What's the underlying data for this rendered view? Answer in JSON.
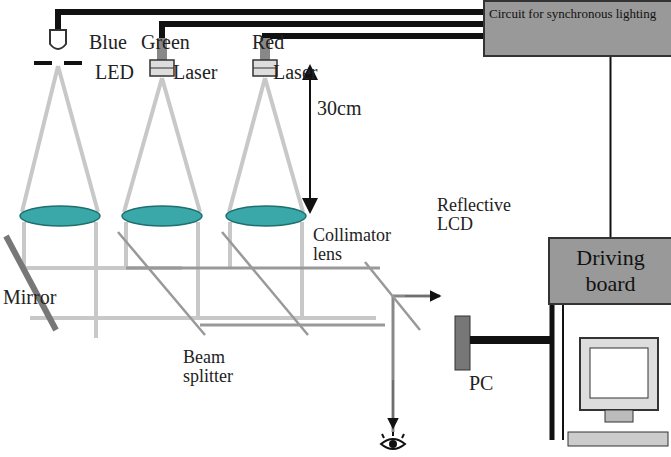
{
  "diagram": {
    "nodes": [
      {
        "text": [
          "Circuit for synchronous lighting"
        ]
      },
      {
        "text": [
          "Driving board"
        ]
      }
    ],
    "edges": [
      {
        "from": 0,
        "to": 1,
        "arrow": "none"
      }
    ],
    "labels": [
      "Blue",
      "LED",
      "Green",
      "Laser",
      "Red",
      "Laser",
      "30cm",
      "Collimator lens",
      "Reflective LCD",
      "Mirror",
      "Beam splitter",
      "PC"
    ]
  }
}
